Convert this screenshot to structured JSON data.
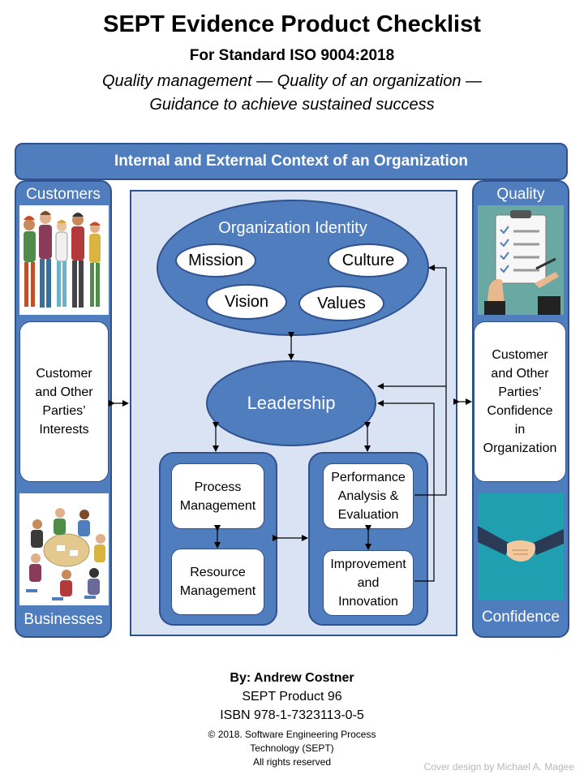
{
  "header": {
    "title": "SEPT Evidence Product Checklist",
    "subtitle": "For Standard ISO 9004:2018",
    "tagline_line1": "Quality management  — Quality of an organization —",
    "tagline_line2": "Guidance to achieve sustained success"
  },
  "diagram": {
    "context_label": "Internal and External Context of an Organization",
    "left": {
      "top_label": "Customers",
      "interests": [
        "Customer",
        "and Other",
        "Parties’",
        "Interests"
      ],
      "bottom_label": "Businesses"
    },
    "right": {
      "top_label": "Quality",
      "confidence": [
        "Customer",
        "and Other",
        "Parties’",
        "Confidence",
        "in",
        "Organization"
      ],
      "bottom_label": "Confidence"
    },
    "identity": {
      "title": "Organization Identity",
      "mission": "Mission",
      "culture": "Culture",
      "vision": "Vision",
      "values": "Values"
    },
    "leadership": "Leadership",
    "process_management": [
      "Process",
      "Management"
    ],
    "resource_management": [
      "Resource",
      "Management"
    ],
    "performance": [
      "Performance",
      "Analysis &",
      "Evaluation"
    ],
    "improvement": [
      "Improvement",
      "and",
      "Innovation"
    ]
  },
  "footer": {
    "by": "By: Andrew Costner",
    "product": "SEPT Product  96",
    "isbn": "ISBN 978-1-7323113-0-5",
    "copyright_line1": "© 2018. Software Engineering Process",
    "copyright_line2": "Technology (SEPT)",
    "copyright_line3": "All rights reserved",
    "cover_credit": "Cover design by Michael A. Magee"
  },
  "colors": {
    "primary_blue": "#4f7dbd",
    "dark_border": "#2f528f",
    "panel_light": "#dae3f3"
  },
  "icons": [
    "people-group-illustration",
    "business-meeting-illustration",
    "checklist-clipboard-illustration",
    "handshake-illustration"
  ]
}
